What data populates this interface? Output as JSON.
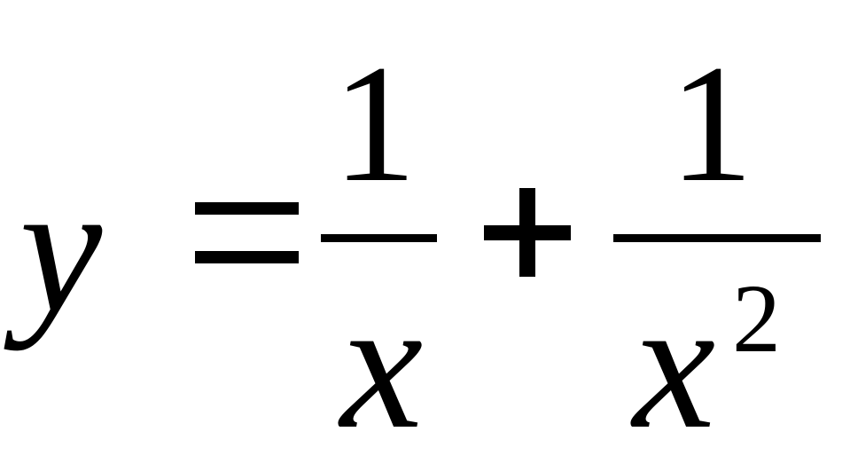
{
  "equation": {
    "lhs": "y",
    "equals": "=",
    "plus": "+",
    "term1": {
      "numerator": "1",
      "denominator": "x"
    },
    "term2": {
      "numerator": "1",
      "denominator": "x",
      "exponent": "2"
    }
  }
}
